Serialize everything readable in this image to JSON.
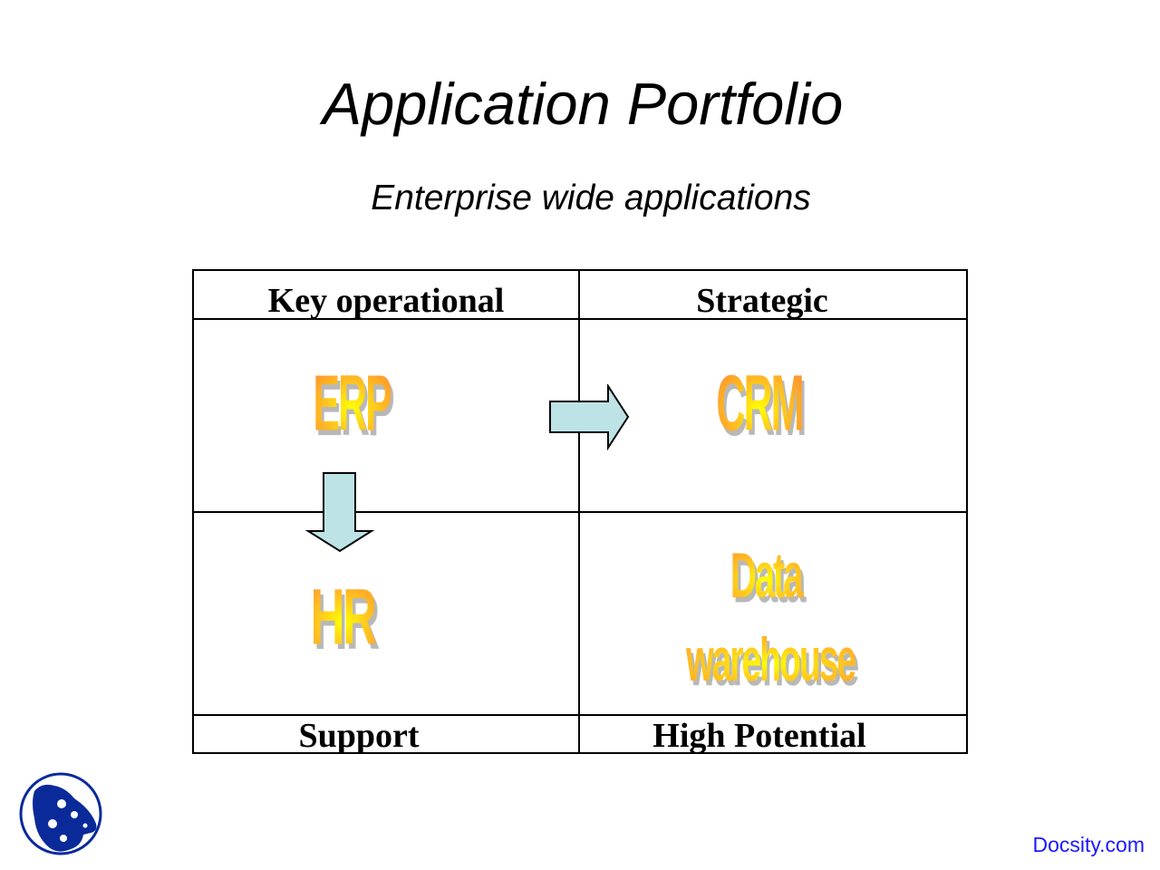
{
  "slide": {
    "title": "Application Portfolio",
    "subtitle": "Enterprise wide applications"
  },
  "matrix": {
    "top_left_label": "Key operational",
    "top_right_label": "Strategic",
    "bottom_left_label": "Support",
    "bottom_right_label": "High Potential",
    "cells": {
      "top_left": "ERP",
      "top_right": "CRM",
      "bottom_left": "HR",
      "bottom_right_line1": "Data",
      "bottom_right_line2": "warehouse"
    },
    "arrows": [
      {
        "from": "ERP",
        "to": "CRM",
        "direction": "right"
      },
      {
        "from": "ERP",
        "to": "HR",
        "direction": "down"
      }
    ],
    "colors": {
      "arrow_fill": "#bde3e6",
      "wordart_outer": "#ff9a2e",
      "wordart_inner": "#ffff00",
      "wordart_shadow": "#b8b8b8"
    }
  },
  "footer": {
    "brand": "Docsity.com",
    "brand_color": "#1a1aff",
    "logo_color": "#0a2a9a"
  }
}
